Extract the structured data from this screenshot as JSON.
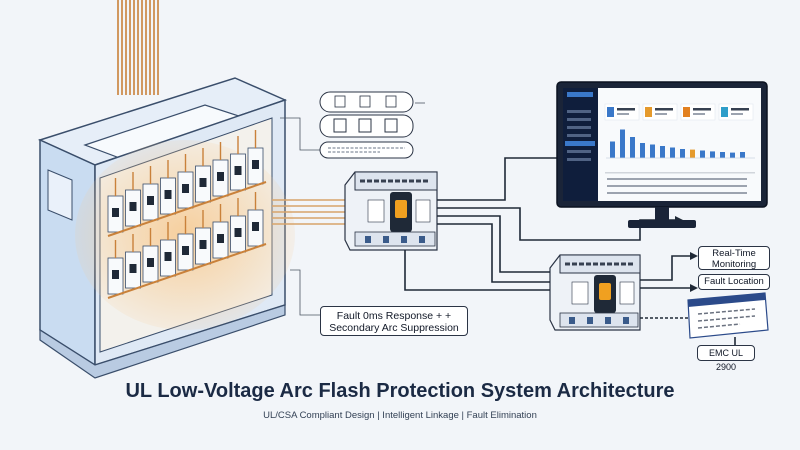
{
  "diagram": {
    "title": "UL Low-Voltage Arc Flash Protection System Architecture",
    "subtitle": "UL/CSA Compliant Design | Intelligent Linkage | Fault Elimination",
    "callout_fault": "Fault 0ms Response + + Secondary Arc Suppression",
    "label_realtime": "Real-Time Monitoring",
    "label_fault_location": "Fault Location",
    "label_emc": "EMC UL 2900"
  },
  "colors": {
    "cabinet_body": "#d9e6f5",
    "cabinet_edge": "#3a4e6b",
    "copper": "#c9813a",
    "glow": "#f4c48a",
    "device": "#eef2f7",
    "device_accent": "#f0a020",
    "monitor_screen": "#0f1e3c",
    "chart_bar": "#3a78c9",
    "wire": "#1f2937"
  },
  "monitor": {
    "card_accents": [
      "#3a78c9",
      "#e59a2c",
      "#e2801f",
      "#2f9ec9"
    ],
    "bar_levels": [
      0.55,
      0.95,
      0.7,
      0.5,
      0.45,
      0.4,
      0.35,
      0.3,
      0.28,
      0.25,
      0.22,
      0.2,
      0.18,
      0.2
    ]
  }
}
